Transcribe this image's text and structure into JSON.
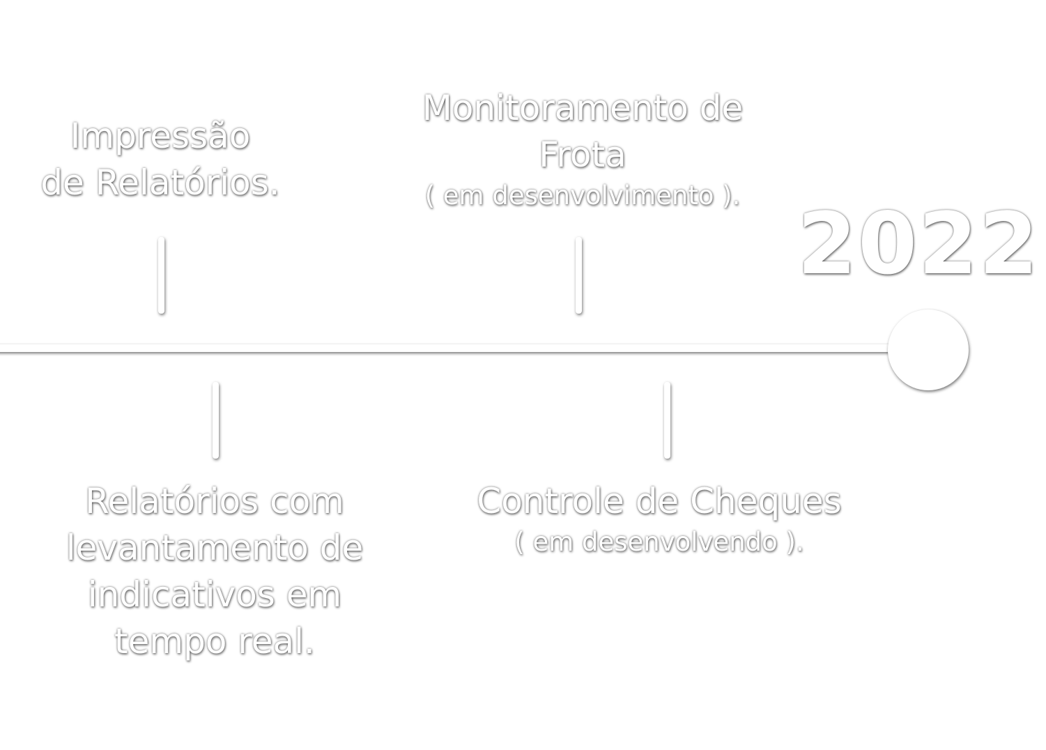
{
  "year": "2022",
  "milestones_top": [
    {
      "lines": [
        "Impressão",
        "de Relatórios."
      ],
      "note": ""
    },
    {
      "lines": [
        "Monitoramento de",
        "Frota"
      ],
      "note": "( em desenvolvimento )."
    }
  ],
  "milestones_bottom": [
    {
      "lines": [
        "Relatórios com",
        "levantamento de",
        "indicativos em",
        "tempo real."
      ],
      "note": ""
    },
    {
      "lines": [
        "Controle de Cheques"
      ],
      "note": "( em desenvolvendo )."
    }
  ]
}
